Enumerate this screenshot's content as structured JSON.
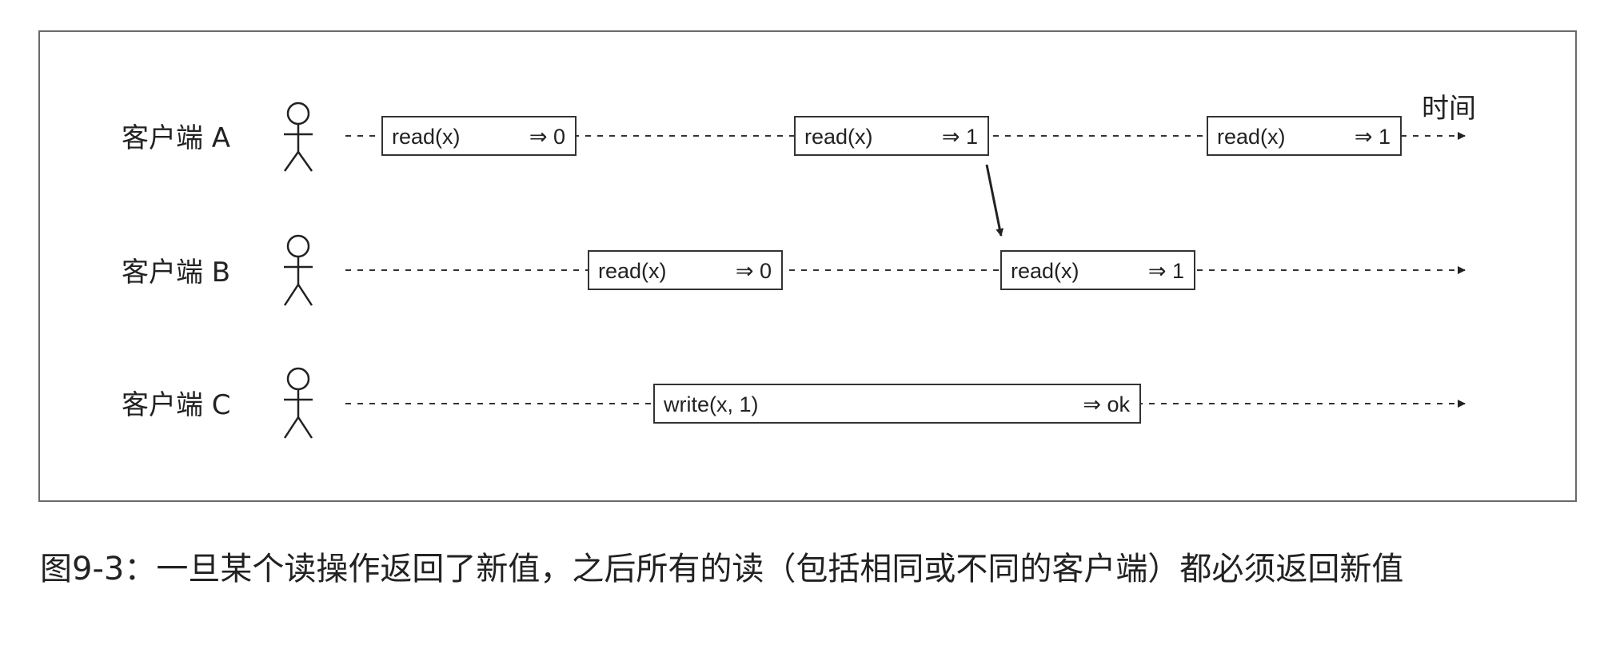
{
  "time_label": "时间",
  "clients": [
    {
      "label": "客户端 A",
      "operations": [
        {
          "op": "read(x)",
          "result": "⇒ 0"
        },
        {
          "op": "read(x)",
          "result": "⇒ 1"
        },
        {
          "op": "read(x)",
          "result": "⇒ 1"
        }
      ]
    },
    {
      "label": "客户端 B",
      "operations": [
        {
          "op": "read(x)",
          "result": "⇒ 0"
        },
        {
          "op": "read(x)",
          "result": "⇒ 1"
        }
      ]
    },
    {
      "label": "客户端 C",
      "operations": [
        {
          "op": "write(x, 1)",
          "result": "⇒ ok"
        }
      ]
    }
  ],
  "caption": "图9-3：一旦某个读操作返回了新值，之后所有的读（包括相同或不同的客户端）都必须返回新值"
}
